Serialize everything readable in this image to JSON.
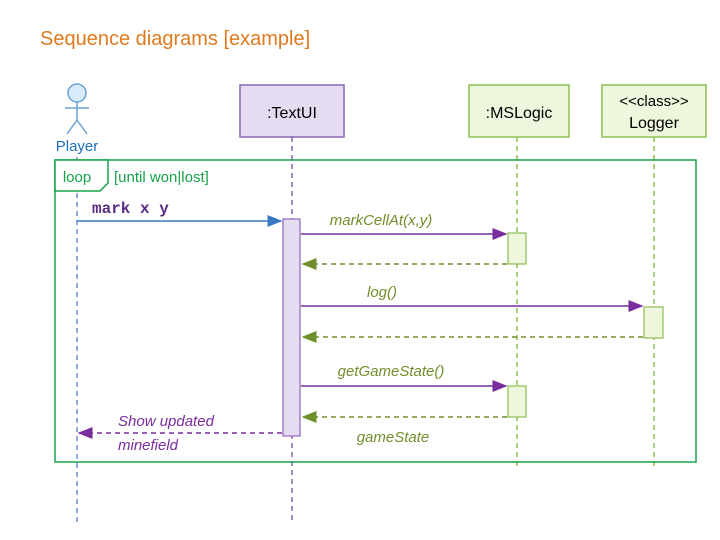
{
  "title": "Sequence diagrams [example]",
  "actor": {
    "name": "Player"
  },
  "participants": [
    {
      "id": "textui",
      "name": ":TextUI"
    },
    {
      "id": "mslogic",
      "name": ":MSLogic"
    },
    {
      "id": "logger",
      "stereotype": "<<class>>",
      "name": "Logger"
    }
  ],
  "loop": {
    "keyword": "loop",
    "guard": "[until won|lost]"
  },
  "messages": {
    "mark": "mark x y",
    "markCellAt": "markCellAt(x,y)",
    "log": "log()",
    "getGameState": "getGameState()",
    "gameState": "gameState",
    "show_line1": "Show updated",
    "show_line2": "minefield"
  },
  "colors": {
    "title": "#e07a1f",
    "actor_text": "#1f6fbf",
    "textui_fill": "#e6dcf2",
    "textui_stroke": "#8a67b8",
    "green_fill": "#eef6dd",
    "green_stroke": "#8cbf50",
    "loop_frame": "#16a34a",
    "call_arrow": "#7a2d9e",
    "return_arrow": "#6f8f2a",
    "actor_arrow": "#3a78c4"
  }
}
